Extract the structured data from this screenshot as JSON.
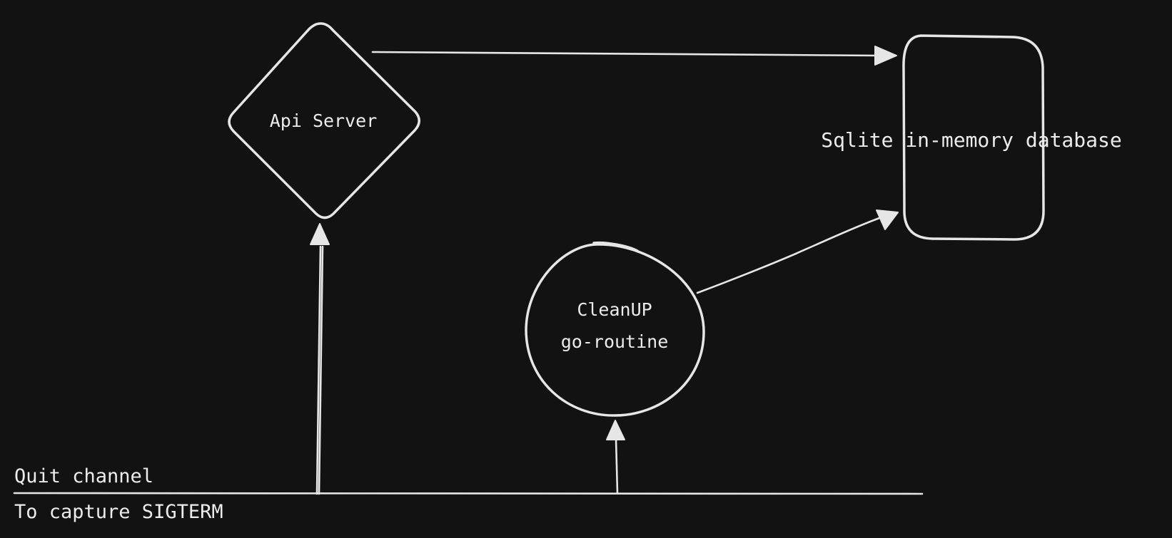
{
  "diagram": {
    "nodes": {
      "api_server": {
        "label": "Api Server",
        "shape": "diamond"
      },
      "database": {
        "label": "Sqlite in-memory database",
        "shape": "rounded-rectangle"
      },
      "cleanup": {
        "line1": "CleanUP",
        "line2": "go-routine",
        "shape": "circle"
      }
    },
    "channel": {
      "title": "Quit channel",
      "subtitle": "To capture SIGTERM"
    },
    "edges": [
      {
        "from": "api_server",
        "to": "database"
      },
      {
        "from": "cleanup",
        "to": "database"
      },
      {
        "from": "channel",
        "to": "api_server"
      },
      {
        "from": "channel",
        "to": "cleanup"
      }
    ],
    "colors": {
      "background": "#121212",
      "stroke": "#e6e6e6",
      "text": "#ececec"
    }
  }
}
